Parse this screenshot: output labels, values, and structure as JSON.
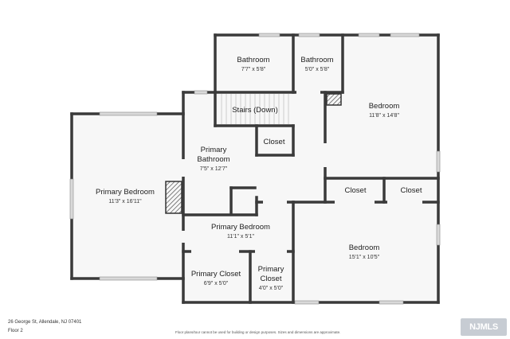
{
  "rooms": [
    {
      "id": "bathroom-1",
      "name": "Bathroom",
      "dim": "7'7\" x 5'8\""
    },
    {
      "id": "bathroom-2",
      "name": "Bathroom",
      "dim": "5'0\" x 5'8\""
    },
    {
      "id": "bedroom-1",
      "name": "Bedroom",
      "dim": "11'8\" x 14'8\""
    },
    {
      "id": "stairs",
      "name": "Stairs (Down)",
      "dim": ""
    },
    {
      "id": "closet-1",
      "name": "Closet",
      "dim": ""
    },
    {
      "id": "primary-bathroom",
      "name": "Primary Bathroom",
      "dim": "7'5\" x 12'7\""
    },
    {
      "id": "primary-bedroom-1",
      "name": "Primary Bedroom",
      "dim": "11'3\" x 16'11\""
    },
    {
      "id": "closet-2",
      "name": "Closet",
      "dim": ""
    },
    {
      "id": "closet-3",
      "name": "Closet",
      "dim": ""
    },
    {
      "id": "primary-bedroom-2",
      "name": "Primary Bedroom",
      "dim": "11'1\" x 5'1\""
    },
    {
      "id": "bedroom-2",
      "name": "Bedroom",
      "dim": "15'1\" x 10'5\""
    },
    {
      "id": "primary-closet-1",
      "name": "Primary Closet",
      "dim": "6'9\" x 5'0\""
    },
    {
      "id": "primary-closet-2",
      "name": "Primary Closet",
      "dim": "4'0\" x 5'0\""
    }
  ],
  "footer": {
    "address": "26 George St, Allendale, NJ 07401",
    "floor": "Floor 2",
    "disclaimer": "Floor plans/tour cannot be used for building or design purposes. Sizes and dimensions are approximate."
  },
  "logo": {
    "text": "NJMLS"
  },
  "colors": {
    "wall": "#3a3a3a",
    "floor": "#f7f7f7",
    "window": "#d9d9d9"
  }
}
